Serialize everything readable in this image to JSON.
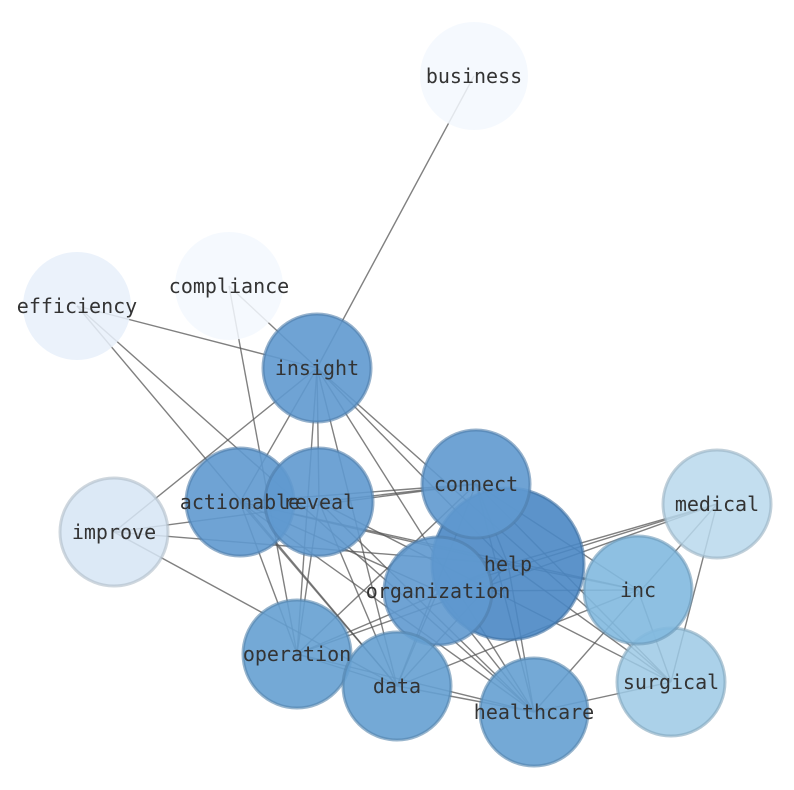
{
  "nodes": [
    {
      "id": "business",
      "label": "business",
      "color": "#f3f8fe",
      "weight": 0.02
    },
    {
      "id": "compliance",
      "label": "compliance",
      "color": "#f3f8fe",
      "weight": 0.02
    },
    {
      "id": "efficiency",
      "label": "efficiency",
      "color": "#e8f0fa",
      "weight": 0.1
    },
    {
      "id": "improve",
      "label": "improve",
      "color": "#d6e5f4",
      "weight": 0.2
    },
    {
      "id": "medical",
      "label": "medical",
      "color": "#b8d8ec",
      "weight": 0.35
    },
    {
      "id": "surgical",
      "label": "surgical",
      "color": "#9cc9e5",
      "weight": 0.5
    },
    {
      "id": "inc",
      "label": "inc",
      "color": "#82b9df",
      "weight": 0.6
    },
    {
      "id": "insight",
      "label": "insight",
      "color": "#5f99cf",
      "weight": 0.85
    },
    {
      "id": "actionable",
      "label": "actionable",
      "color": "#5f99cf",
      "weight": 0.85
    },
    {
      "id": "reveal",
      "label": "reveal",
      "color": "#5f99cf",
      "weight": 0.85
    },
    {
      "id": "connect",
      "label": "connect",
      "color": "#5f99cf",
      "weight": 0.85
    },
    {
      "id": "help",
      "label": "help",
      "color": "#4a87c4",
      "weight": 1.0
    },
    {
      "id": "organization",
      "label": "organization",
      "color": "#5f99cf",
      "weight": 0.85
    },
    {
      "id": "operation",
      "label": "operation",
      "color": "#65a0d2",
      "weight": 0.8
    },
    {
      "id": "data",
      "label": "data",
      "color": "#65a0d2",
      "weight": 0.8
    },
    {
      "id": "healthcare",
      "label": "healthcare",
      "color": "#65a0d2",
      "weight": 0.8
    }
  ],
  "edges": [
    [
      "business",
      "insight"
    ],
    [
      "compliance",
      "insight"
    ],
    [
      "compliance",
      "operation"
    ],
    [
      "efficiency",
      "insight"
    ],
    [
      "efficiency",
      "data"
    ],
    [
      "efficiency",
      "healthcare"
    ],
    [
      "improve",
      "insight"
    ],
    [
      "improve",
      "connect"
    ],
    [
      "improve",
      "data"
    ],
    [
      "improve",
      "help"
    ],
    [
      "insight",
      "actionable"
    ],
    [
      "insight",
      "reveal"
    ],
    [
      "insight",
      "operation"
    ],
    [
      "insight",
      "data"
    ],
    [
      "insight",
      "healthcare"
    ],
    [
      "insight",
      "help"
    ],
    [
      "insight",
      "surgical"
    ],
    [
      "actionable",
      "connect"
    ],
    [
      "actionable",
      "help"
    ],
    [
      "actionable",
      "organization"
    ],
    [
      "actionable",
      "operation"
    ],
    [
      "actionable",
      "data"
    ],
    [
      "actionable",
      "healthcare"
    ],
    [
      "actionable",
      "inc"
    ],
    [
      "reveal",
      "connect"
    ],
    [
      "reveal",
      "operation"
    ],
    [
      "reveal",
      "data"
    ],
    [
      "reveal",
      "healthcare"
    ],
    [
      "reveal",
      "surgical"
    ],
    [
      "connect",
      "help"
    ],
    [
      "connect",
      "operation"
    ],
    [
      "connect",
      "data"
    ],
    [
      "connect",
      "inc"
    ],
    [
      "connect",
      "surgical"
    ],
    [
      "connect",
      "healthcare"
    ],
    [
      "help",
      "medical"
    ],
    [
      "help",
      "inc"
    ],
    [
      "help",
      "data"
    ],
    [
      "help",
      "healthcare"
    ],
    [
      "help",
      "operation"
    ],
    [
      "help",
      "organization"
    ],
    [
      "organization",
      "data"
    ],
    [
      "organization",
      "healthcare"
    ],
    [
      "organization",
      "medical"
    ],
    [
      "organization",
      "inc"
    ],
    [
      "medical",
      "operation"
    ],
    [
      "medical",
      "healthcare"
    ],
    [
      "medical",
      "surgical"
    ],
    [
      "inc",
      "surgical"
    ],
    [
      "inc",
      "data"
    ],
    [
      "surgical",
      "healthcare"
    ],
    [
      "operation",
      "data"
    ],
    [
      "operation",
      "healthcare"
    ],
    [
      "data",
      "healthcare"
    ],
    [
      "surgical",
      "help"
    ]
  ]
}
